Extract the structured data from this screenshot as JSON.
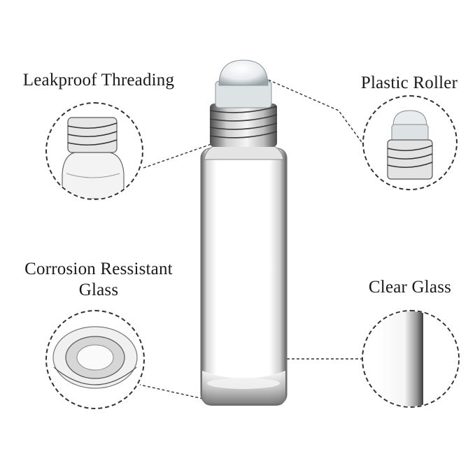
{
  "callouts": {
    "leakproof": {
      "label": "Leakproof Threading",
      "icon": "thread-detail-icon"
    },
    "roller": {
      "label": "Plastic Roller",
      "icon": "roller-ball-icon"
    },
    "corrosion": {
      "label_line1": "Corrosion Ressistant",
      "label_line2": "Glass",
      "icon": "bottle-base-icon"
    },
    "clear": {
      "label": "Clear Glass",
      "icon": "glass-wall-icon"
    }
  },
  "colors": {
    "text": "#1a1a1a",
    "dash": "#333333",
    "glass_edge": "#6f6f6f",
    "roller": "#e9edf0"
  }
}
